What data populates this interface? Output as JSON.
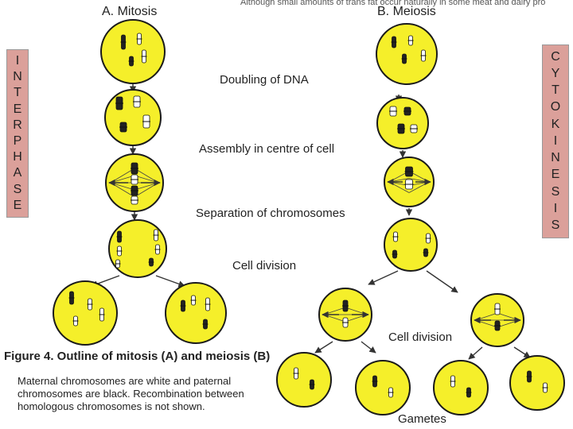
{
  "header": {
    "top_note": "Although small amounts of trans fat occur naturally in some meat and dairy pro",
    "title_mitosis": "A. Mitosis",
    "title_meiosis": "B. Meiosis"
  },
  "side_labels": {
    "left": [
      "I",
      "N",
      "T",
      "E",
      "R",
      "P",
      "H",
      "A",
      "S",
      "E"
    ],
    "right": [
      "C",
      "Y",
      "T",
      "O",
      "K",
      "I",
      "N",
      "E",
      "S",
      "I",
      "S"
    ]
  },
  "steps": {
    "doubling": "Doubling of DNA",
    "assembly": "Assembly in centre of cell",
    "separation": "Separation of chromosomes",
    "cell_division_1": "Cell division",
    "cell_division_2": "Cell division",
    "gametes": "Gametes"
  },
  "figure": {
    "title": "Figure 4.  Outline of mitosis (A) and meiosis (B)",
    "caption": "Maternal chromosomes are white and paternal chromosomes are black. Recombination between homologous chromosomes is not shown."
  },
  "colors": {
    "cell_fill": "#f5ef2a",
    "cell_stroke": "#1a1a1a",
    "side_box": "#dba09a",
    "arrow": "#333333"
  }
}
